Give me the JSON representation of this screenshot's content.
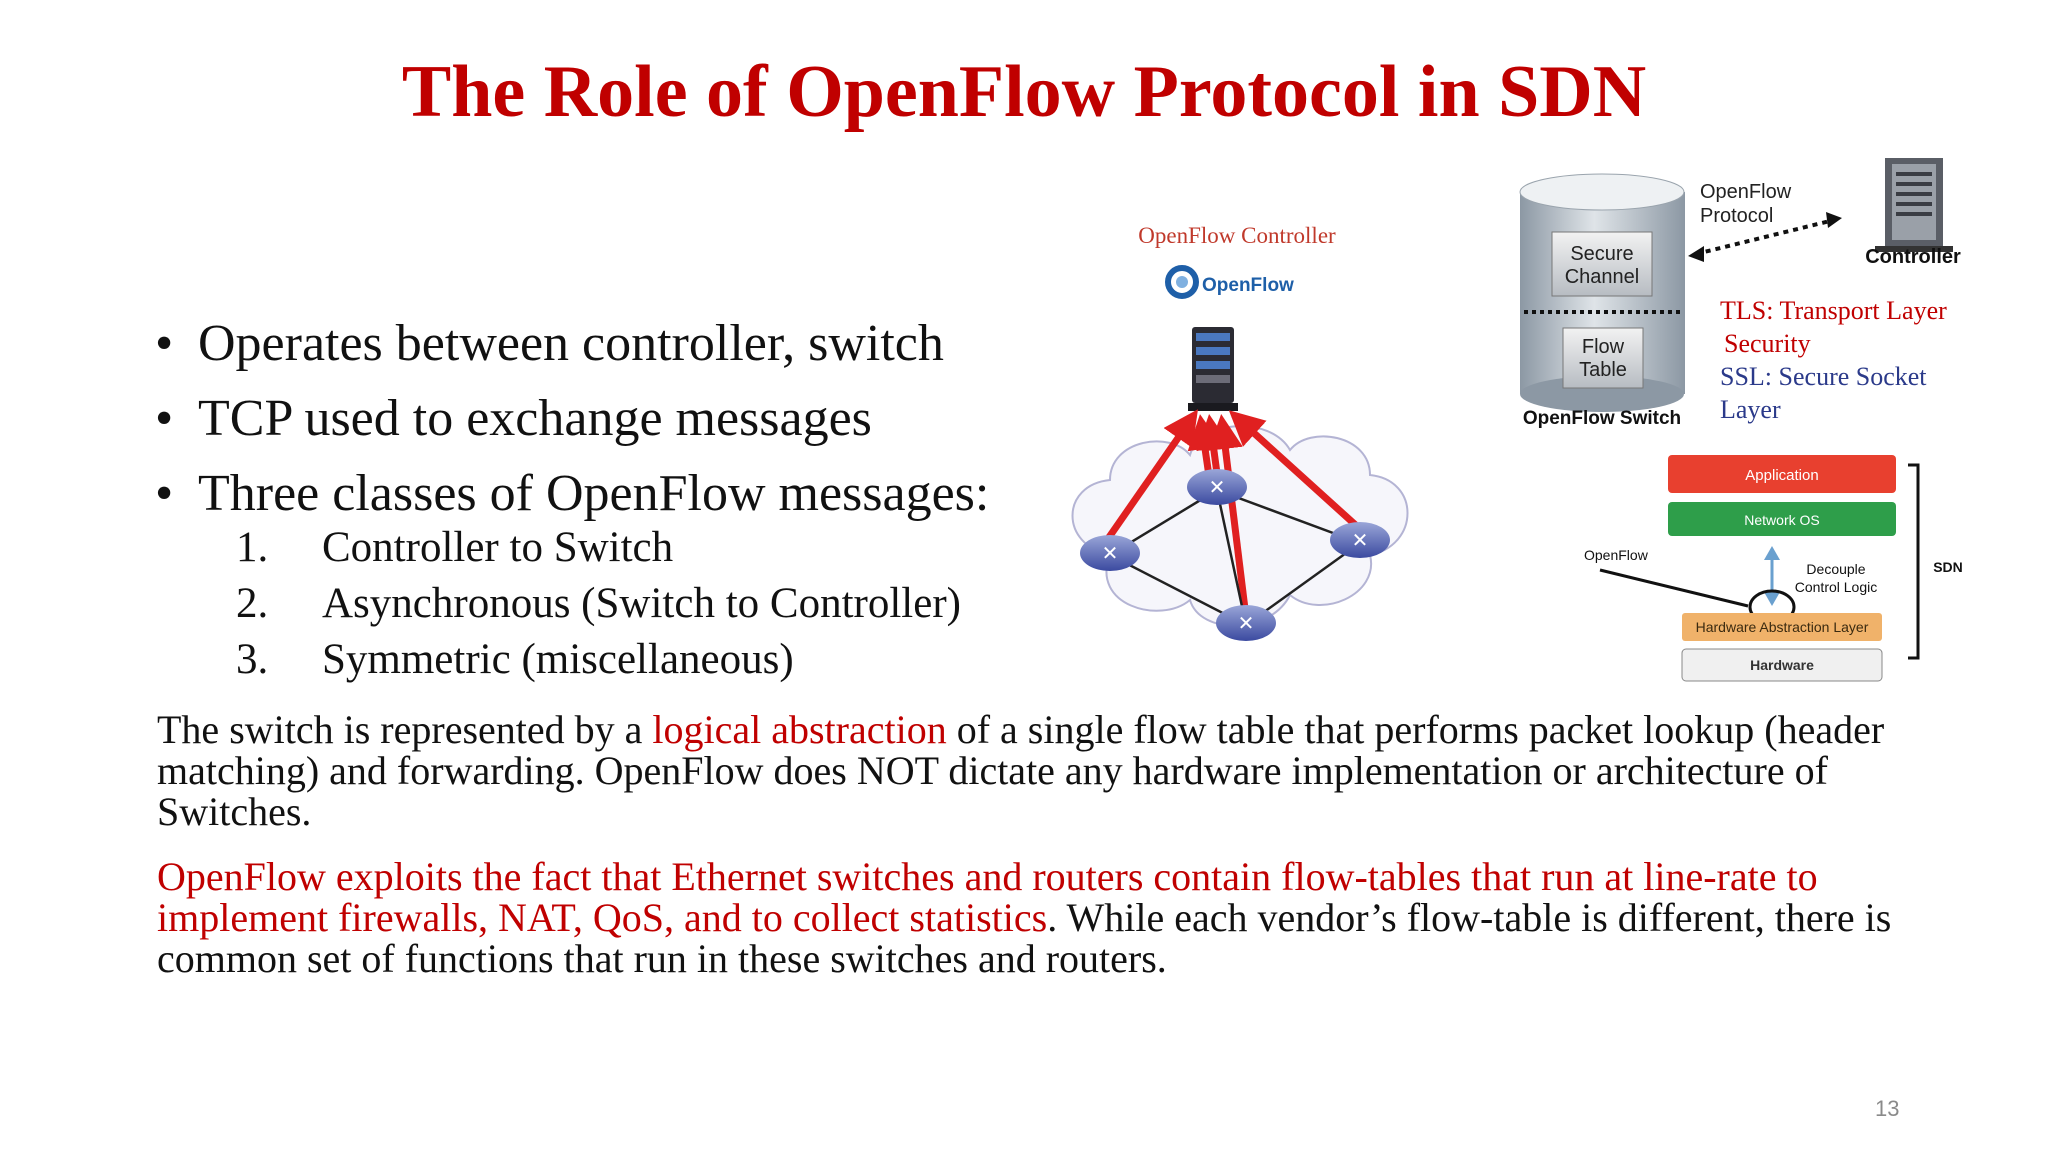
{
  "slide": {
    "title": "The Role of OpenFlow Protocol in SDN",
    "page_number": "13"
  },
  "bullets": [
    "Operates between controller, switch",
    "TCP used to exchange messages",
    "Three classes of OpenFlow messages:"
  ],
  "message_classes": [
    {
      "num": "1.",
      "label": "Controller to Switch"
    },
    {
      "num": "2.",
      "label": "Asynchronous (Switch to Controller)"
    },
    {
      "num": "3.",
      "label": "Symmetric (miscellaneous)"
    }
  ],
  "paragraph1": {
    "part1": "The switch is represented by a ",
    "highlight": "logical abstraction",
    "part2": " of a single flow table that performs packet lookup (header matching) and forwarding. OpenFlow does NOT dictate any hardware implementation or architecture of Switches."
  },
  "paragraph2": {
    "highlight": "OpenFlow exploits the fact that Ethernet switches and routers contain flow-tables that run at line-rate to implement firewalls, NAT, QoS, and to collect statistics",
    "rest": ". While each vendor’s flow-table is different, there is common set of functions that run in these switches and routers."
  },
  "network_figure": {
    "controller_label": "OpenFlow Controller",
    "logo_text": "OpenFlow"
  },
  "switch_figure": {
    "secure_channel_line1": "Secure",
    "secure_channel_line2": "Channel",
    "flow_table_line1": "Flow",
    "flow_table_line2": "Table",
    "switch_label": "OpenFlow Switch",
    "protocol_line1": "OpenFlow",
    "protocol_line2": "Protocol",
    "controller_label": "Controller",
    "tls_line1": "TLS: Transport Layer",
    "tls_line2": "Security",
    "ssl_line1": "SSL: Secure Socket",
    "ssl_line2": "Layer"
  },
  "sdn_stack": {
    "application": "Application",
    "network_os": "Network OS",
    "openflow": "OpenFlow",
    "decouple_line1": "Decouple",
    "decouple_line2": "Control Logic",
    "hal": "Hardware Abstraction Layer",
    "hardware": "Hardware",
    "sdn": "SDN"
  },
  "colors": {
    "title_red": "#c00000",
    "highlight_red": "#c00000",
    "app_red": "#e8402f",
    "netos_green": "#2e9e4a",
    "hal_orange": "#f0b26a",
    "link_red": "#e02020"
  }
}
